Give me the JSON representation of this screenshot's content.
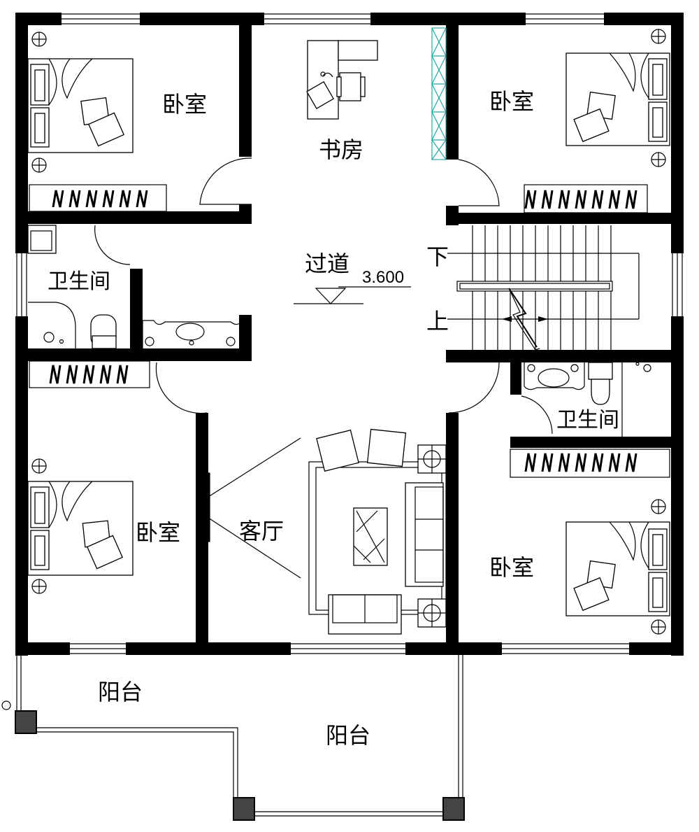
{
  "labels": {
    "bedroom_nw": "卧室",
    "study": "书房",
    "bedroom_ne": "卧室",
    "corridor": "过道",
    "bathroom_w": "卫生间",
    "stair_down": "下",
    "stair_up": "上",
    "elevation": "3.600",
    "bedroom_sw": "卧室",
    "living_room": "客厅",
    "bathroom_e": "卫生间",
    "bedroom_se": "卧室",
    "balcony_w": "阳台",
    "balcony_s": "阳台"
  },
  "colors": {
    "wall": "#000000",
    "glass_partition": "#2aa5a0",
    "column": "#444444",
    "background": "#ffffff"
  }
}
